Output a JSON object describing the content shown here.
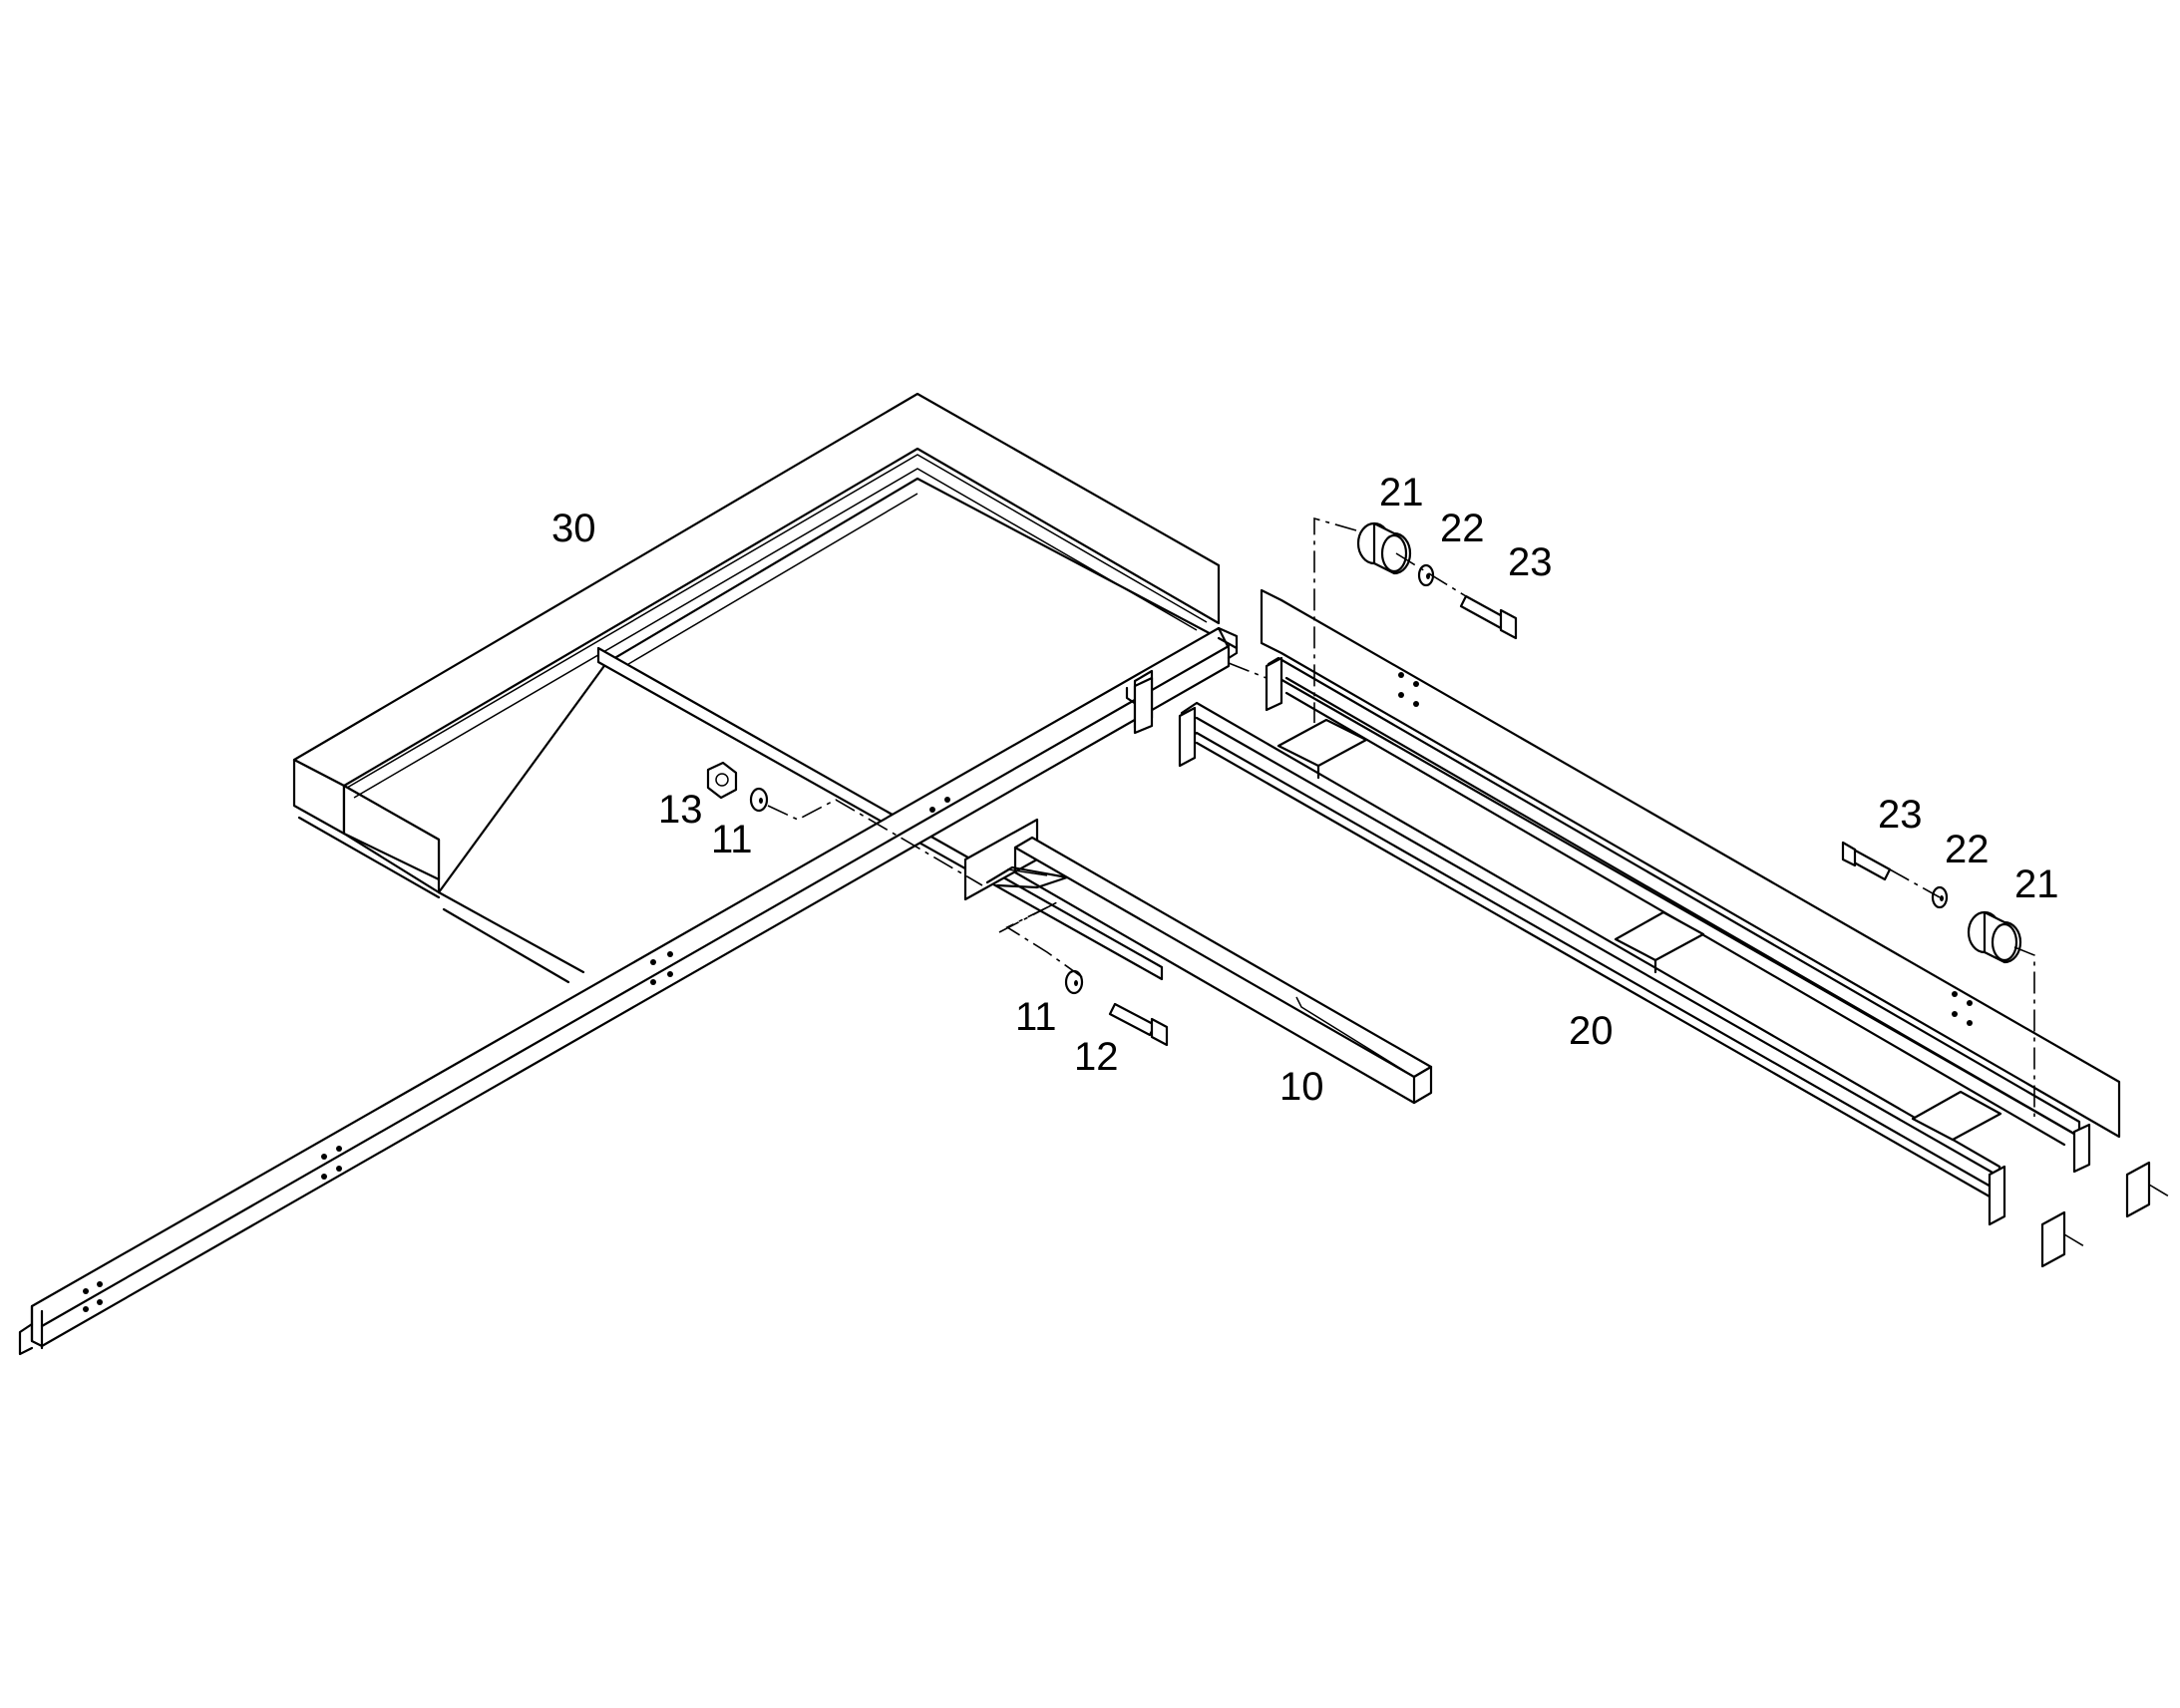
{
  "callouts": [
    {
      "id": "c30",
      "text": "30"
    },
    {
      "id": "c21a",
      "text": "21"
    },
    {
      "id": "c22a",
      "text": "22"
    },
    {
      "id": "c23a",
      "text": "23"
    },
    {
      "id": "c13",
      "text": "13"
    },
    {
      "id": "c11a",
      "text": "11"
    },
    {
      "id": "c23b",
      "text": "23"
    },
    {
      "id": "c22b",
      "text": "22"
    },
    {
      "id": "c21b",
      "text": "21"
    },
    {
      "id": "c11b",
      "text": "11"
    },
    {
      "id": "c12",
      "text": "12"
    },
    {
      "id": "c20",
      "text": "20"
    },
    {
      "id": "c10",
      "text": "10"
    }
  ],
  "parts": {
    "frame": "30",
    "beam": "20",
    "support_arm": "10",
    "washer": "11",
    "bolt_short": "12",
    "nut": "13",
    "rubber_mount": "21",
    "lock_washer": "22",
    "bolt": "23"
  }
}
